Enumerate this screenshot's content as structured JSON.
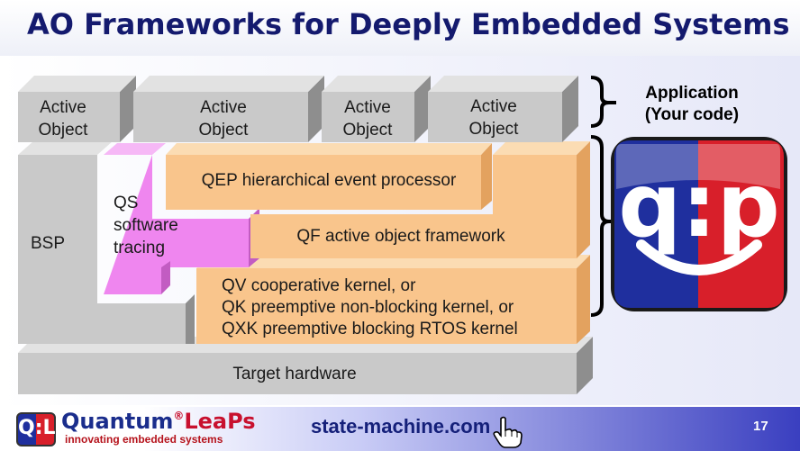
{
  "title": "AO Frameworks for Deeply Embedded Systems",
  "active_objects": [
    "Active Object",
    "Active Object",
    "Active Object",
    "Active Object"
  ],
  "layers": {
    "bsp": "BSP",
    "qs": [
      "QS",
      "software",
      "tracing"
    ],
    "qep": "QEP hierarchical event processor",
    "qf": "QF active object framework",
    "kernels": [
      "QV cooperative kernel, or",
      "QK preemptive non-blocking kernel, or",
      "QXK preemptive blocking RTOS kernel"
    ],
    "hardware": "Target hardware"
  },
  "application": [
    "Application",
    "(Your code)"
  ],
  "logo_badge": "q:p",
  "footer": {
    "logo_icon": "Q:L",
    "brand_main": "Quantum",
    "brand_reg": "®",
    "brand_leaps": "LeaPs",
    "tagline": "innovating embedded systems",
    "url": "state-machine.com",
    "page_number": "17"
  },
  "colors": {
    "title": "#141a6e",
    "gray_block": "#c9c9c9",
    "orange_block": "#f9c58c",
    "pink_block": "#ef86ef",
    "logo_blue": "#1f2f9e",
    "logo_red": "#d81f2a"
  }
}
